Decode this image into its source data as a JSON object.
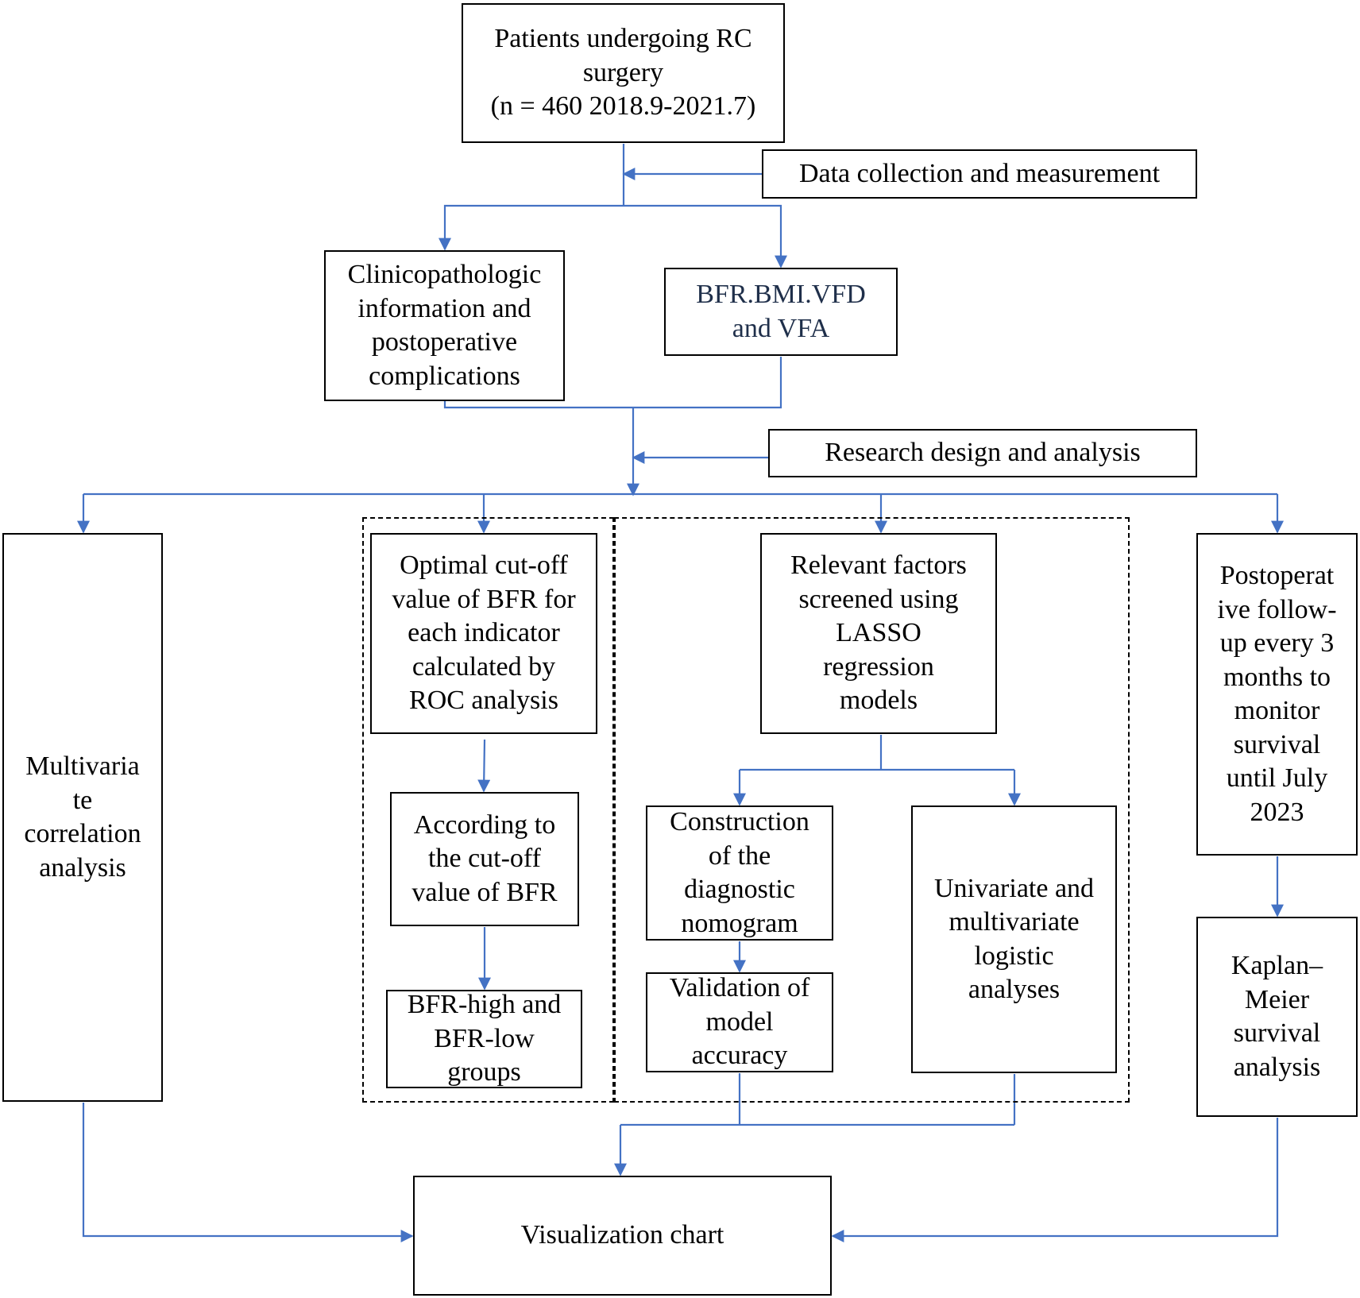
{
  "colors": {
    "connector": "#4472c4",
    "box_border": "#000000",
    "text": "#000000",
    "soft_text": "#1f2f4a"
  },
  "nodes": {
    "patients": "Patients undergoing RC\nsurgery\n(n = 460 2018.9-2021.7)",
    "data_collection": "Data collection and measurement",
    "clinicopathologic": "Clinicopathologic\ninformation and\npostoperative\ncomplications",
    "bfr_bmi": "BFR.BMI.VFD\nand  VFA",
    "research_design": "Research design and analysis",
    "multivariate": "Multivaria\nte\ncorrelation\nanalysis",
    "optimal_cutoff": "Optimal cut-off\nvalue of BFR for\neach indicator\ncalculated by\nROC analysis",
    "according_cutoff": "According to\nthe cut-off\nvalue of BFR",
    "bfr_groups": "BFR-high and\nBFR-low\ngroups",
    "lasso": "Relevant factors\nscreened using\nLASSO\nregression\nmodels",
    "nomogram": "Construction\nof the\ndiagnostic\nnomogram",
    "validation": "Validation of\nmodel\naccuracy",
    "univariate": "Univariate and\nmultivariate\nlogistic\nanalyses",
    "followup": "Postoperat\nive follow-\nup every 3\nmonths to\nmonitor\nsurvival\nuntil July\n2023",
    "kaplan": "Kaplan–\nMeier\nsurvival\nanalysis",
    "visualization": "Visualization chart"
  }
}
